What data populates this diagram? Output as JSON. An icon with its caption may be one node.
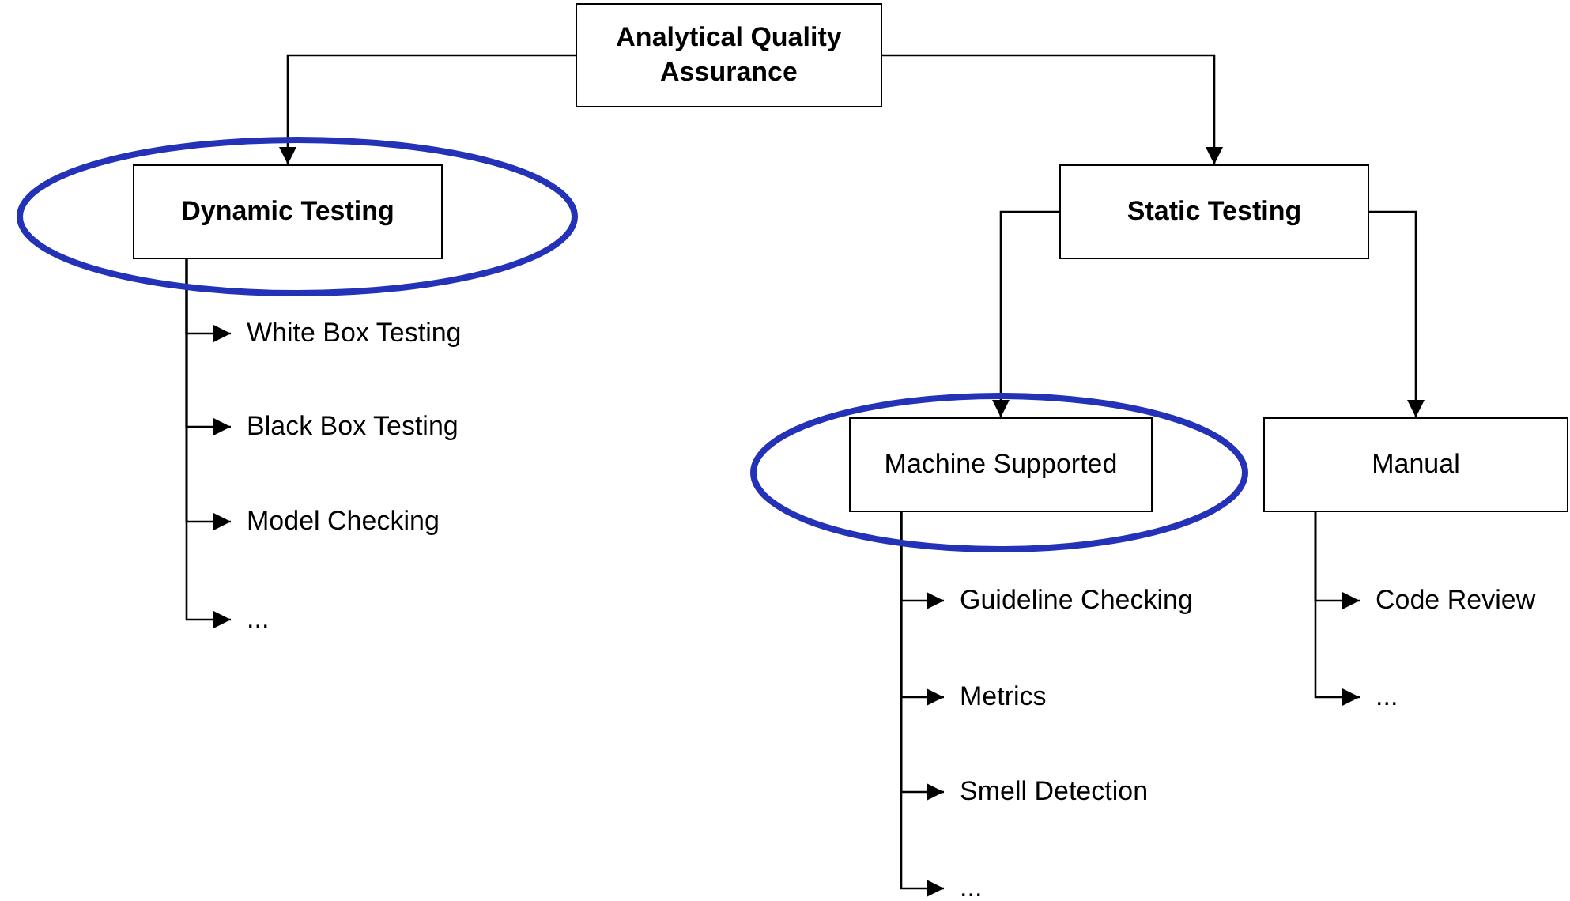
{
  "diagram": {
    "nodes": [
      {
        "text": [
          "Analytical Quality Assurance"
        ]
      },
      {
        "text": [],
        "shape": "ellipse"
      },
      {
        "text": [
          "Dynamic Testing"
        ],
        "in": 1
      },
      {
        "text": [
          "Static Testing"
        ]
      },
      {
        "text": [
          "White Box Testing"
        ]
      },
      {
        "text": [
          "Black Box Testing"
        ]
      },
      {
        "text": [
          "Model Checking"
        ]
      },
      {
        "text": [
          "..."
        ]
      },
      {
        "text": [],
        "shape": "ellipse"
      },
      {
        "text": [
          "Machine Supported"
        ],
        "in": 8
      },
      {
        "text": [
          "Manual"
        ]
      },
      {
        "text": [
          "Guideline Checking"
        ]
      },
      {
        "text": [
          "Code Review"
        ]
      },
      {
        "text": [
          "Metrics"
        ]
      },
      {
        "text": [
          "..."
        ]
      },
      {
        "text": [
          "Smell Detection"
        ]
      },
      {
        "text": [
          "..."
        ]
      }
    ],
    "edges": [
      {
        "from": 0,
        "to": 2,
        "arrow": "to"
      },
      {
        "from": 0,
        "to": 3,
        "arrow": "to"
      },
      {
        "from": 3,
        "to": 9,
        "arrow": "to"
      },
      {
        "from": 3,
        "to": 10,
        "arrow": "to"
      },
      {
        "from": 2,
        "to": 4,
        "arrow": "to"
      },
      {
        "from": 2,
        "to": 5,
        "arrow": "to"
      },
      {
        "from": 2,
        "to": 6,
        "arrow": "to"
      },
      {
        "from": 2,
        "to": 7,
        "arrow": "to"
      },
      {
        "from": 9,
        "to": 11,
        "arrow": "to"
      },
      {
        "from": 9,
        "to": 13,
        "arrow": "to"
      },
      {
        "from": 9,
        "to": 15,
        "arrow": "to"
      },
      {
        "from": 9,
        "to": 16,
        "arrow": "to"
      },
      {
        "from": 10,
        "to": 12,
        "arrow": "to"
      },
      {
        "from": 10,
        "to": 14,
        "arrow": "to"
      }
    ]
  }
}
